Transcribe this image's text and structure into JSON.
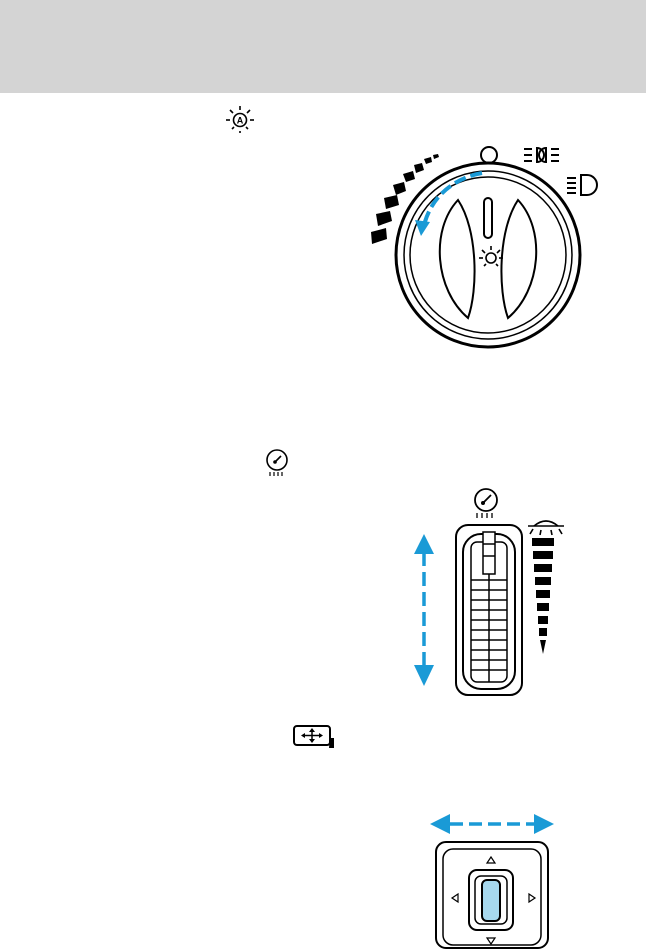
{
  "header": {
    "background": "#d4d4d4"
  },
  "colors": {
    "accent_blue": "#1a9ad6",
    "ink": "#000000",
    "glass": "#a6d8ee"
  },
  "sections": [
    {
      "id": "autolamp",
      "inline_icon": "autolamp-sun-a-icon",
      "figure": {
        "type": "headlamp-rotary-knob",
        "positions": [
          "off-icon",
          "parking-lamps-icon",
          "headlamps-icon",
          "autolamp-icon"
        ],
        "sensitivity_scale_icon": "sensitivity-wedge-scale"
      }
    },
    {
      "id": "panel-dimmer",
      "inline_icon": "panel-dimmer-gauge-icon",
      "figure": {
        "type": "thumbwheel-slider",
        "top_icon": "panel-dimmer-gauge-icon",
        "right_icon": "dome-lamp-icon",
        "motion": "vertical"
      }
    },
    {
      "id": "headlamp-aim",
      "inline_icon": "aim-control-icon",
      "figure": {
        "type": "directional-control-pad",
        "motion": "horizontal",
        "arrows": [
          "up",
          "down",
          "left",
          "right"
        ]
      }
    }
  ]
}
